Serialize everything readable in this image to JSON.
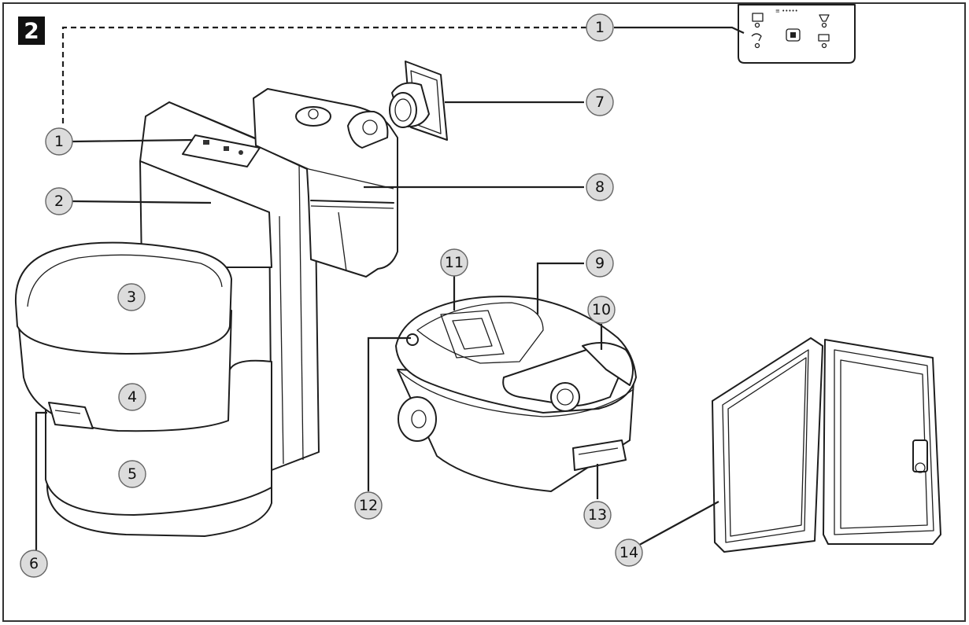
{
  "figure": {
    "number": "2"
  },
  "colors": {
    "frame": "#333333",
    "callout_fill": "#dcdcdc",
    "line": "#1e1e1e"
  },
  "panel_text": "≡ •••••",
  "callouts": [
    {
      "id": "c1a",
      "label": "1"
    },
    {
      "id": "c1b",
      "label": "1"
    },
    {
      "id": "c2",
      "label": "2"
    },
    {
      "id": "c3",
      "label": "3"
    },
    {
      "id": "c4",
      "label": "4"
    },
    {
      "id": "c5",
      "label": "5"
    },
    {
      "id": "c6",
      "label": "6"
    },
    {
      "id": "c7",
      "label": "7"
    },
    {
      "id": "c8",
      "label": "8"
    },
    {
      "id": "c9",
      "label": "9"
    },
    {
      "id": "c10",
      "label": "10"
    },
    {
      "id": "c11",
      "label": "11"
    },
    {
      "id": "c12",
      "label": "12"
    },
    {
      "id": "c13",
      "label": "13"
    },
    {
      "id": "c14",
      "label": "14"
    }
  ]
}
